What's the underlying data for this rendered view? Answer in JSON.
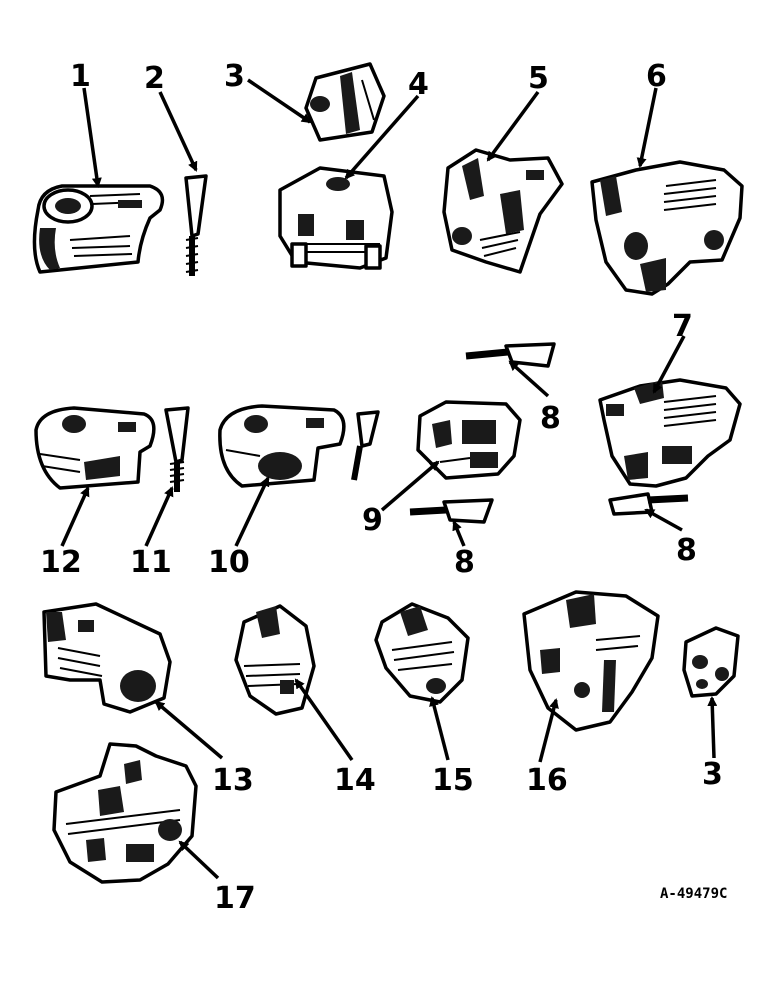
{
  "figure_number": "A-49479C",
  "callouts": [
    "1",
    "2",
    "3",
    "4",
    "5",
    "6",
    "7",
    "8",
    "8",
    "8",
    "9",
    "10",
    "11",
    "12",
    "13",
    "14",
    "15",
    "16",
    "3",
    "17"
  ],
  "parts": [
    "clip-1",
    "pin-2",
    "block-3",
    "clip-4",
    "clip-5",
    "clip-6",
    "clip-7",
    "pin-8a",
    "pin-8b",
    "pin-8c",
    "clip-9",
    "clip-10",
    "pin-11",
    "clip-12",
    "clip-13",
    "clip-14",
    "clip-15",
    "clip-16",
    "block-3b",
    "clip-17"
  ]
}
